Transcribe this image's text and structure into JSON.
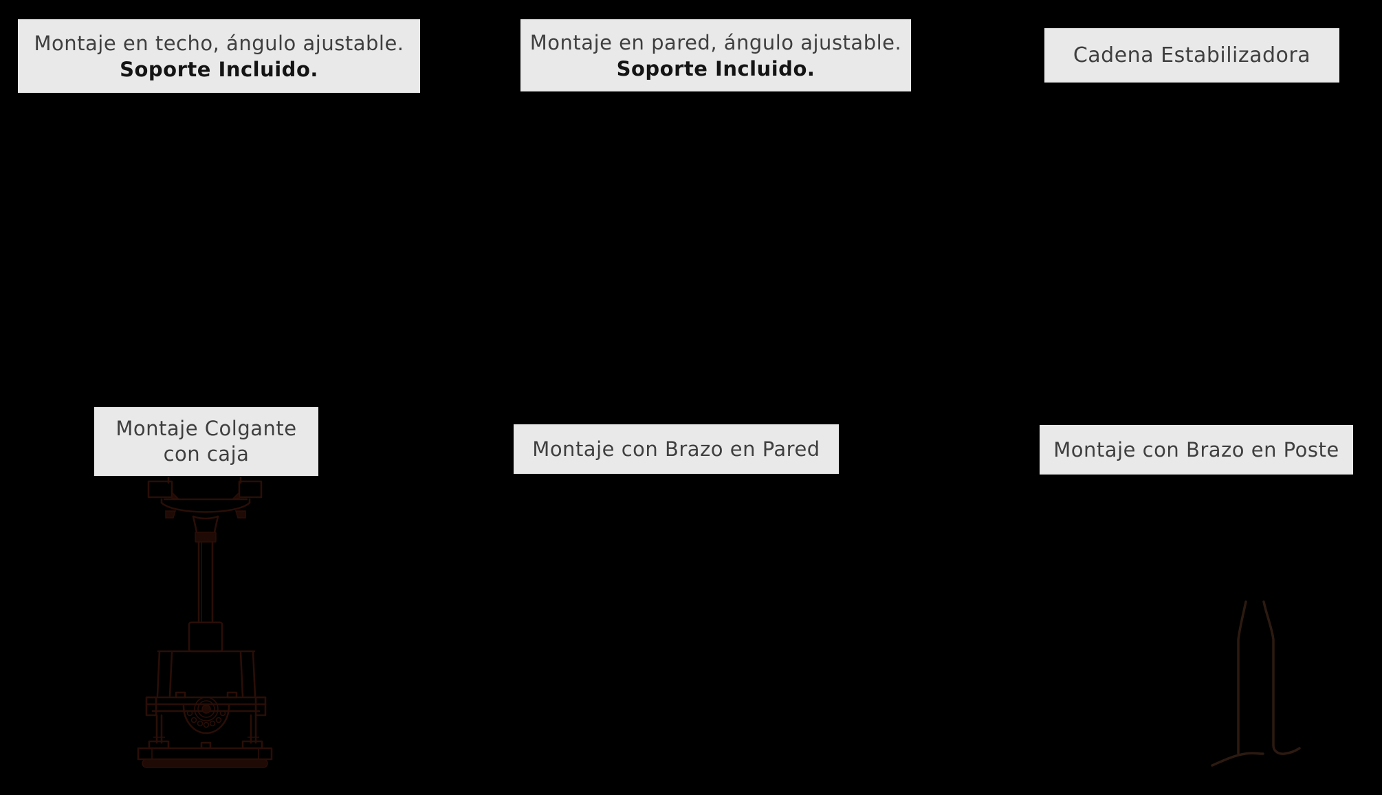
{
  "colors": {
    "page_bg": "#000000",
    "label_bg": "#e9e9e9",
    "label_text": "#3f3f3f",
    "label_text_bold": "#141414",
    "mount_stroke": "#2a0e07",
    "mount_fill": "#200a05",
    "pole_stroke": "#2c1a11"
  },
  "labels": {
    "ceiling_mount": {
      "line1": "Montaje en techo, ángulo ajustable.",
      "line2": "Soporte Incluido."
    },
    "wall_mount": {
      "line1": "Montaje en pared, ángulo ajustable.",
      "line2": "Soporte Incluido."
    },
    "stabilizer_chain": {
      "text": "Cadena Estabilizadora"
    },
    "hanging_mount": {
      "line1": "Montaje Colgante",
      "line2": "con caja"
    },
    "wall_arm_mount": {
      "text": "Montaje con Brazo en Pared"
    },
    "pole_arm_mount": {
      "text": "Montaje con Brazo en Poste"
    }
  },
  "figures": {
    "hanging_mount_drawing": "pendant-mount-with-box-line-drawing",
    "pole_base_drawing": "pole-base-line-drawing"
  }
}
